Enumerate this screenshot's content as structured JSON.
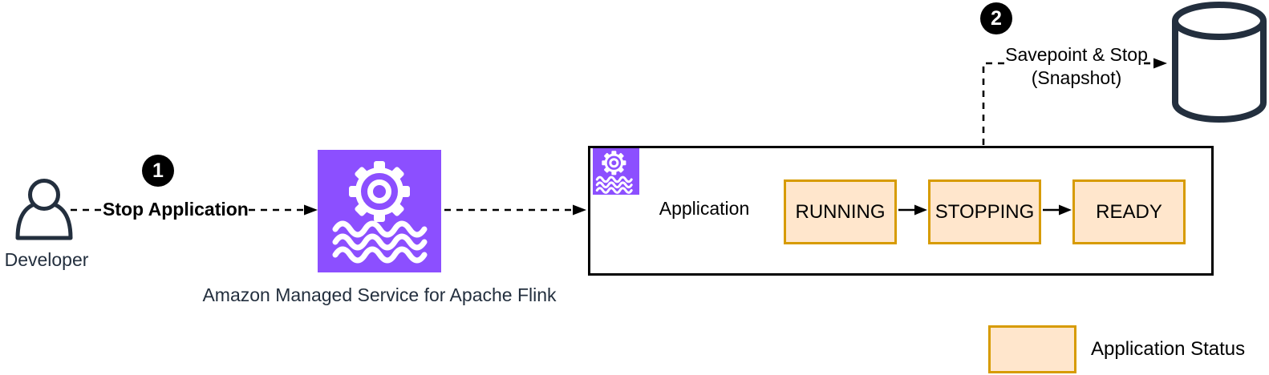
{
  "diagram": {
    "developer": {
      "label": "Developer"
    },
    "step1": {
      "number": "1",
      "label": "Stop Application"
    },
    "flink": {
      "caption": "Amazon Managed Service for Apache Flink"
    },
    "application": {
      "label": "Application",
      "states": [
        "RUNNING",
        "STOPPING",
        "READY"
      ]
    },
    "step2": {
      "number": "2",
      "label_line1": "Savepoint & Stop",
      "label_line2": "(Snapshot)"
    },
    "legend": {
      "label": "Application Status"
    },
    "colors": {
      "aws_purple": "#8C4FFF",
      "status_fill": "#FFE6CC",
      "status_border": "#D79B00",
      "dark_navy": "#232F3E",
      "connector_black": "#000000"
    }
  }
}
